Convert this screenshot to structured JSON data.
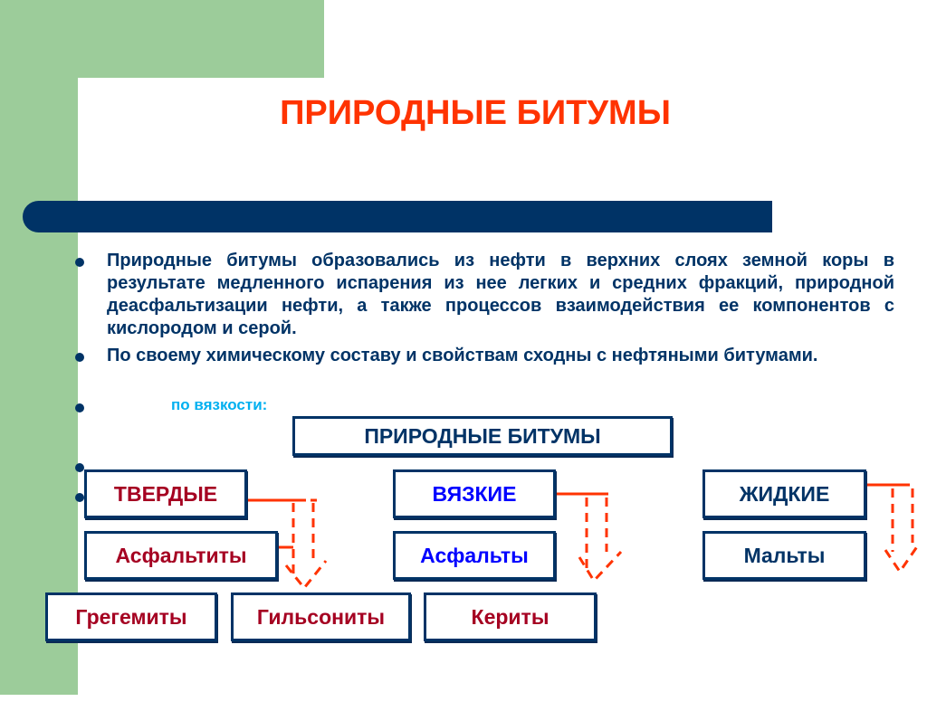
{
  "title": "ПРИРОДНЫЕ БИТУМЫ",
  "bullets": [
    "Природные битумы образовались из нефти в верхних слоях земной коры в результате медленного испарения из нее легких и средних фракций, природной деасфальтизации нефти, а также процессов взаимодействия ее компонентов с кислородом и серой.",
    "По своему химическому составу и свойствам сходны с нефтяными битумами."
  ],
  "sub_label": "по вязкости:",
  "diagram": {
    "root": "ПРИРОДНЫЕ  БИТУМЫ",
    "categories": {
      "solid": "ТВЕРДЫЕ",
      "viscous": "ВЯЗКИЕ",
      "liquid": "ЖИДКИЕ"
    },
    "items": {
      "asphaltites": "Асфальтиты",
      "asphalts": "Асфальты",
      "malts": "Мальты",
      "gregemites": "Грегемиты",
      "gilsonites": "Гильсониты",
      "kerites": "Кериты"
    }
  },
  "colors": {
    "green": "#9ccc9a",
    "navy": "#003366",
    "title": "#ff3300",
    "arrow": "#ff3300"
  }
}
